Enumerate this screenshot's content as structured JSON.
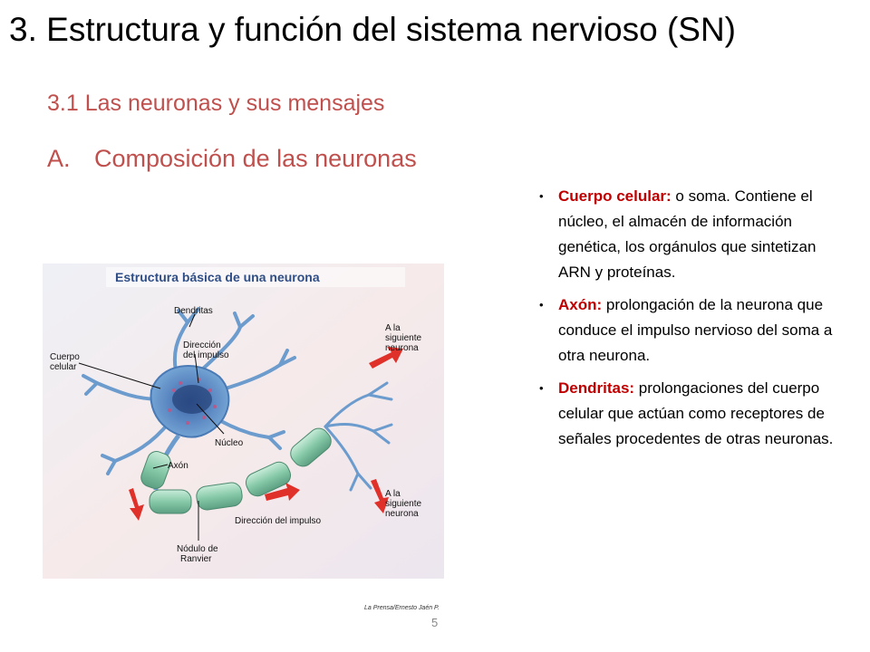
{
  "slide": {
    "title": "3. Estructura y función del sistema nervioso (SN)",
    "subtitle": "3.1 Las neuronas y sus mensajes",
    "subheading": {
      "marker": "A.",
      "text": "Composición de las neuronas"
    },
    "page_number": "5"
  },
  "bullets": [
    {
      "term": "Cuerpo celular:",
      "text": " o soma. Contiene el núcleo, el almacén de información genética, los orgánulos que sintetizan ARN y proteínas."
    },
    {
      "term": "Axón:",
      "text": " prolongación de la neurona que conduce el impulso nervioso del soma a otra neurona."
    },
    {
      "term": "Dendritas:",
      "text": " prolongaciones del cuerpo celular que actúan como receptores de señales procedentes de otras neuronas."
    }
  ],
  "figure": {
    "title": "Estructura básica de una neurona",
    "labels": {
      "dendritas": "Dendritas",
      "direccion1": "Dirección",
      "direccion2": "del impulso",
      "cuerpo1": "Cuerpo",
      "cuerpo2": "celular",
      "siguiente_top1": "A la",
      "siguiente_top2": "siguiente",
      "siguiente_top3": "neurona",
      "nucleo": "Núcleo",
      "axon": "Axón",
      "siguiente_bot1": "A la",
      "siguiente_bot2": "siguiente",
      "siguiente_bot3": "neurona",
      "direccion_impulso": "Dirección del impulso",
      "nodulo1": "Nódulo de",
      "nodulo2": "Ranvier"
    },
    "credit": "La Prensa/Ernesto Jaén P."
  },
  "colors": {
    "title": "#000000",
    "accent": "#c0504d",
    "term": "#c00000",
    "neuron_body": "#5b8fc4",
    "myelin": "#8fcfb0",
    "arrow": "#e0302a"
  }
}
